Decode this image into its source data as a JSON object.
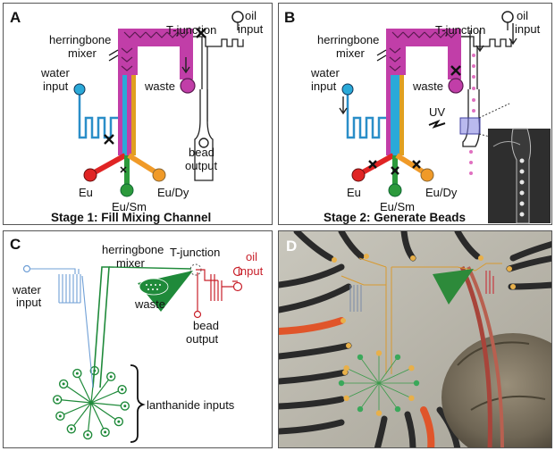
{
  "panel_a": {
    "letter": "A",
    "labels": {
      "herringbone": "herringbone",
      "mixer": "mixer",
      "t_junction": "T-junction",
      "oil": "oil",
      "input": "input",
      "water": "water",
      "water_input": "input",
      "waste": "waste",
      "bead": "bead",
      "output": "output",
      "eu": "Eu",
      "eu_sm": "Eu/Sm",
      "eu_dy": "Eu/Dy"
    },
    "caption": "Stage 1: Fill Mixing Channel"
  },
  "panel_b": {
    "letter": "B",
    "labels": {
      "herringbone": "herringbone",
      "mixer": "mixer",
      "t_junction": "T-junction",
      "oil": "oil",
      "input": "input",
      "water": "water",
      "water_input": "input",
      "waste": "waste",
      "uv": "UV",
      "eu": "Eu",
      "eu_sm": "Eu/Sm",
      "eu_dy": "Eu/Dy"
    },
    "caption": "Stage 2: Generate Beads"
  },
  "panel_c": {
    "letter": "C",
    "labels": {
      "herringbone": "herringbone",
      "mixer": "mixer",
      "t_junction": "T-junction",
      "oil": "oil",
      "input": "input",
      "water": "water",
      "water_input": "input",
      "waste": "waste",
      "bead": "bead",
      "output": "output",
      "lanthanide": "lanthanide inputs"
    }
  },
  "panel_d": {
    "letter": "D"
  },
  "colors": {
    "magenta": "#c13ea8",
    "water_blue": "#2a8ec8",
    "red": "#e02424",
    "green": "#2c9a3c",
    "orange": "#f09a28",
    "dark_green": "#1f8a3a",
    "oil_red": "#c8202a",
    "light_blue": "#6f9fd6"
  }
}
